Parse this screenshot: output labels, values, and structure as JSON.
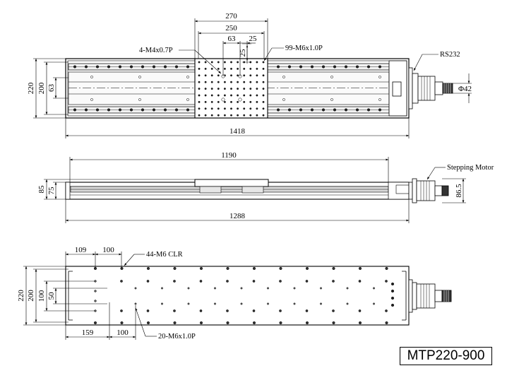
{
  "top_view": {
    "dims": {
      "carriage_outer": "270",
      "carriage_holes_span": "250",
      "hole_span_small": "63",
      "hole_pitch_h": "25",
      "hole_pitch_v": "25",
      "overall_length": "1418",
      "overall_width": "220",
      "base_width": "200",
      "rail_width": "63",
      "motor_diameter": "Φ42"
    },
    "callouts": {
      "mount_holes": "4-M4x0.7P",
      "tapped_holes": "99-M6x1.0P",
      "port": "RS232"
    }
  },
  "side_view": {
    "dims": {
      "travel_length": "1190",
      "base_length": "1288",
      "overall_height": "85",
      "body_height": "75",
      "motor_height": "86.5"
    },
    "callouts": {
      "motor": "Stepping Motor"
    }
  },
  "bottom_view": {
    "dims": {
      "first_hole_offset": "109",
      "hole_pitch_top": "100",
      "second_hole_offset": "159",
      "hole_pitch_bottom": "100",
      "overall_width": "220",
      "base_width": "200",
      "inner_span": "100",
      "slot_span": "50"
    },
    "callouts": {
      "clearance_holes": "44-M6 CLR",
      "tapped_holes": "20-M6x1.0P"
    }
  },
  "model": "MTP220-900"
}
